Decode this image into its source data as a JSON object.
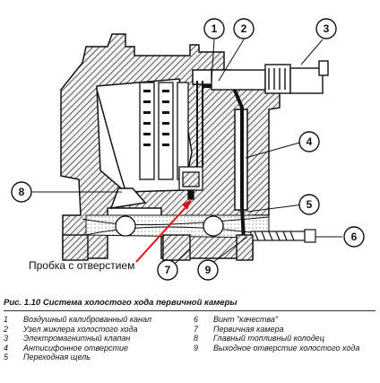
{
  "callouts": [
    "1",
    "2",
    "3",
    "4",
    "5",
    "6",
    "7",
    "8",
    "9"
  ],
  "red_note": "Пробка с отверстием",
  "caption": "Рис. 1.10 Система холостого хода первичной камеры",
  "legend_left": [
    {
      "num": "1",
      "text": "Воздушный калиброванный канал"
    },
    {
      "num": "2",
      "text": "Узел жиклера холостого хода"
    },
    {
      "num": "3",
      "text": "Электромагнитный клапан"
    },
    {
      "num": "4",
      "text": "Антисифонное отверстие"
    },
    {
      "num": "5",
      "text": "Переходная щель"
    }
  ],
  "legend_right": [
    {
      "num": "6",
      "text": "Винт \"качества\""
    },
    {
      "num": "7",
      "text": "Первичная камера"
    },
    {
      "num": "8",
      "text": "Главный топливный колодец"
    },
    {
      "num": "9",
      "text": "Выходное отверстие холостого хода"
    }
  ],
  "colors": {
    "ink": "#111111",
    "hatch": "#333333",
    "note_arrow": "#e01010",
    "background": "#ffffff"
  }
}
